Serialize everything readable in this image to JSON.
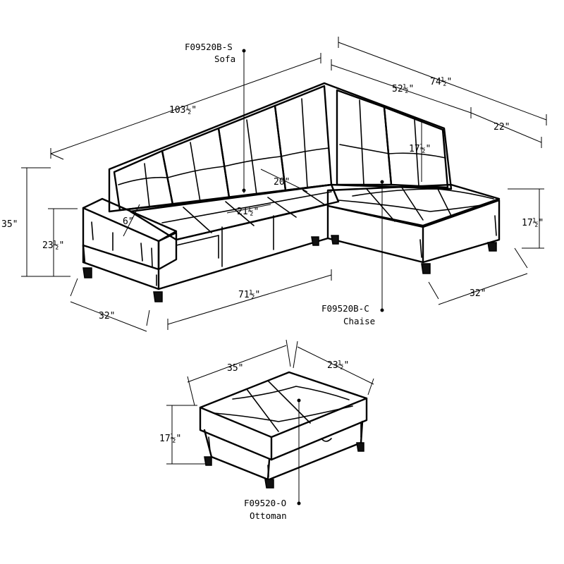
{
  "sofa": {
    "code": "F09520B-S",
    "name": "Sofa"
  },
  "chaise": {
    "code": "F09520B-C",
    "name": "Chaise"
  },
  "ottoman": {
    "code": "F09520-O",
    "name": "Ottoman"
  },
  "dims": {
    "sofa_length": "103½\"",
    "sofa_height": "35\"",
    "seat_height": "23½\"",
    "arm_width": "6\"",
    "seat_depth": "20\"",
    "seat_height_inner": "21½\"",
    "sofa_depth": "32\"",
    "seat_length": "71½\"",
    "chaise_back_length": "52½\"",
    "total_length": "74½\"",
    "chaise_width": "22\"",
    "back_height": "17½\"",
    "chaise_height": "17½\"",
    "chaise_depth": "32\"",
    "ottoman_length": "35\"",
    "ottoman_width": "23½\"",
    "ottoman_height": "17½\""
  }
}
